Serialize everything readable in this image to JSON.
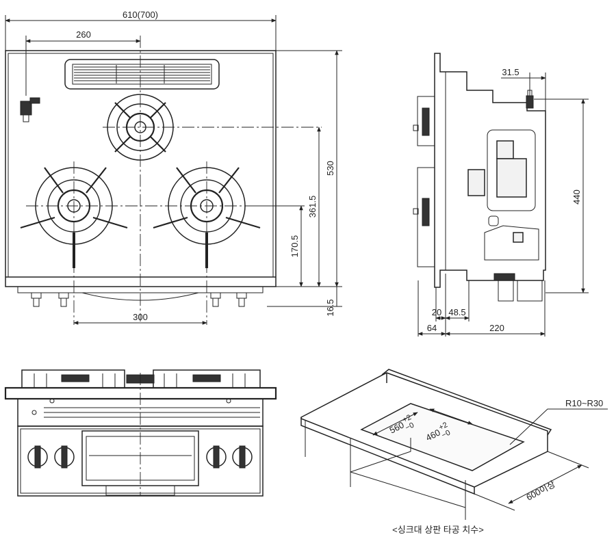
{
  "top_view": {
    "overall_width": "610(700)",
    "gas_inlet_offset": "260",
    "depth": "530",
    "rear_burner_center": "361.5",
    "front_burner_center": "170.5",
    "front_burner_spacing": "300",
    "leg_height": "16.5"
  },
  "side_view": {
    "inlet_offset": "31.5",
    "height": "440",
    "dim_20": "20",
    "dim_48_5": "48.5",
    "dim_64": "64",
    "dim_220": "220"
  },
  "cutout": {
    "corner_radius": "R10~R30",
    "cutout_width": "560",
    "cutout_width_tol_plus": "+2",
    "cutout_width_tol_minus": "−0",
    "cutout_depth": "460",
    "cutout_depth_tol_plus": "+2",
    "cutout_depth_tol_minus": "−0",
    "counter_depth": "600이상",
    "caption": "<싱크대 상판 타공 치수>"
  }
}
